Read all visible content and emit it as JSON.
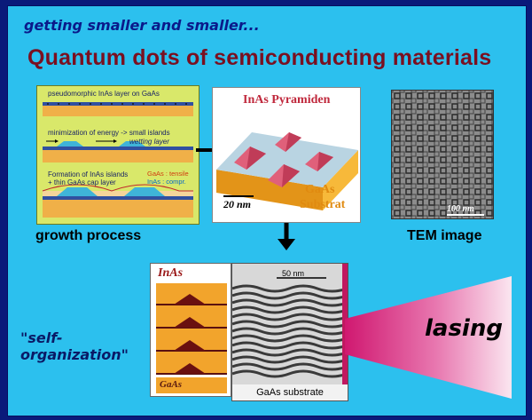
{
  "header": {
    "subtitle": "getting smaller and smaller...",
    "title": "Quantum dots  of semiconducting materials"
  },
  "growth_panel": {
    "step1": "pseudomorphic  InAs layer on GaAs",
    "step2": "minimization of energy -> small islands",
    "wetting": "wetting layer",
    "step3a": "Formation of InAs islands",
    "step3b": "+ thin GaAs cap layer",
    "tensile": "GaAs : tensile",
    "compr": "InAs : compr.",
    "caption": "growth process"
  },
  "pyramid_panel": {
    "title": "InAs Pyramiden",
    "substrate1": "GaAs",
    "substrate2": "Substrat",
    "scale": "20 nm"
  },
  "tem_panel": {
    "scale": "100 nm",
    "caption": "TEM image"
  },
  "stack_panel": {
    "inas": "InAs",
    "gaas": "GaAs"
  },
  "xsec_panel": {
    "scale": "50 nm",
    "caption": "GaAs  substrate"
  },
  "labels": {
    "self_org": "\"self-\norganization\"",
    "lasing": "lasing"
  },
  "colors": {
    "background": "#2cc0ee",
    "frame": "#0a1a7a",
    "title": "#7a1020",
    "beam": "#d01870",
    "pyramid": "#e0607a",
    "substrate": "#f0a020"
  }
}
